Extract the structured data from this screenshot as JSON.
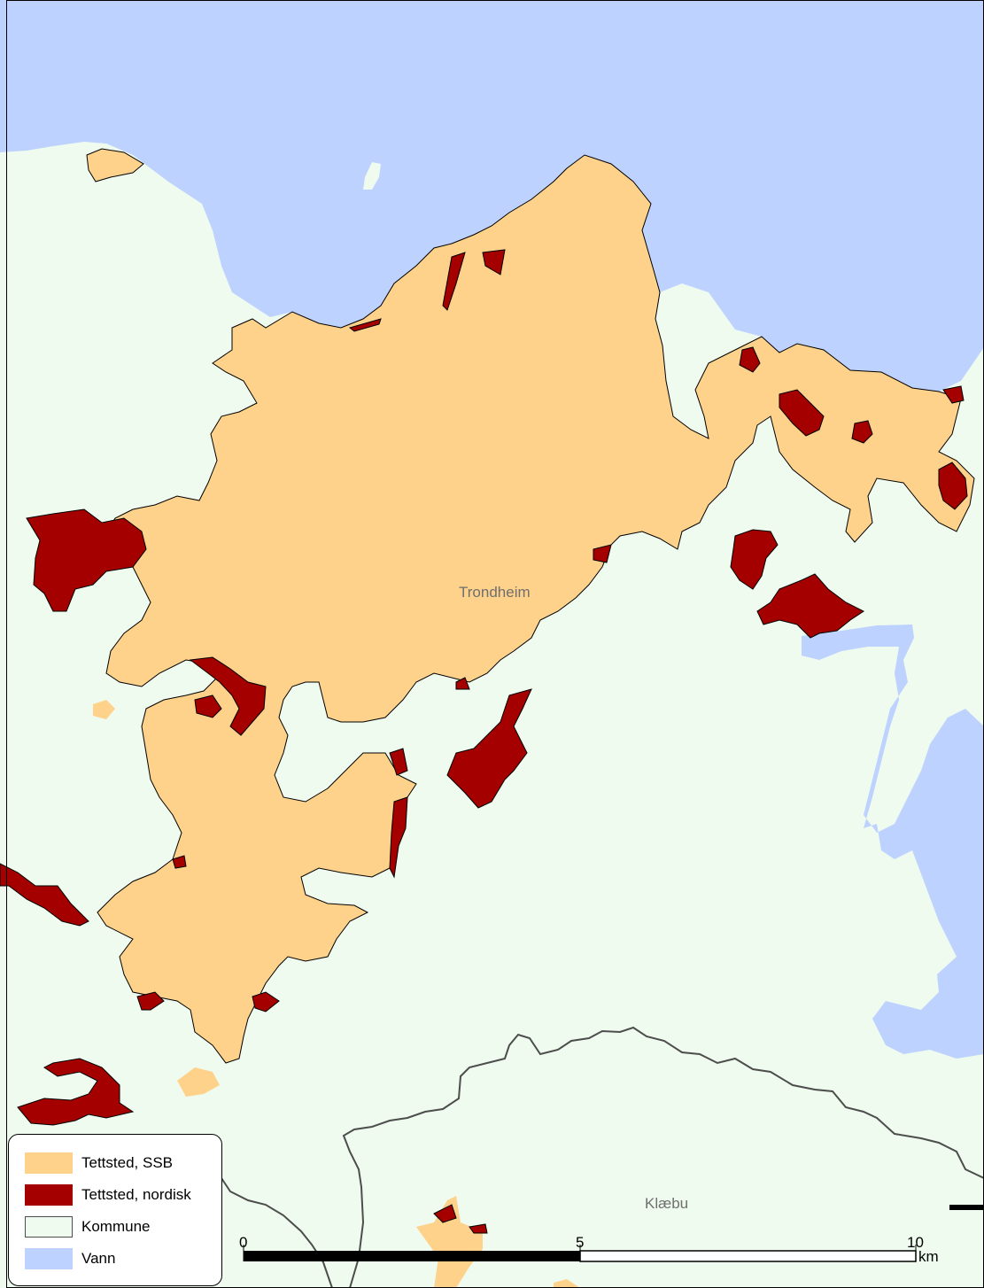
{
  "map": {
    "places": [
      {
        "name": "Trondheim"
      },
      {
        "name": "Klæbu"
      }
    ],
    "colors": {
      "land": "#eefbee",
      "water": "#bed2ff",
      "tettsted_ssb": "#ffd28c",
      "tettsted_nordisk": "#a50000",
      "kommune_border": "#4d4d4d"
    }
  },
  "legend": {
    "items": [
      {
        "label": "Tettsted, SSB",
        "color": "#ffd28c"
      },
      {
        "label": "Tettsted, nordisk",
        "color": "#a50000"
      },
      {
        "label": "Kommune",
        "color": "#eefbee"
      },
      {
        "label": "Vann",
        "color": "#bed2ff"
      }
    ]
  },
  "scalebar": {
    "ticks": [
      "0",
      "5",
      "10"
    ],
    "unit": "km"
  }
}
